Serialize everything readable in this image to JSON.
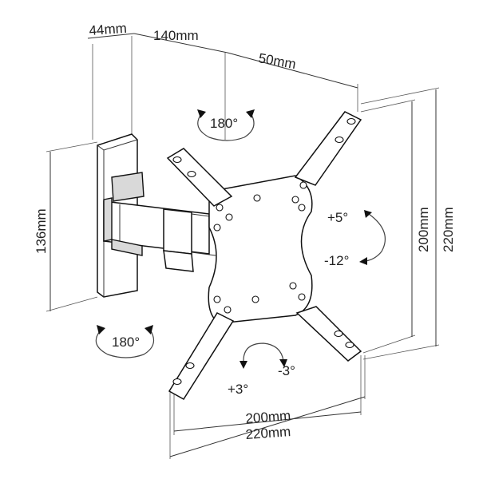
{
  "dimensions": {
    "wall_depth": "44mm",
    "arm_extension": "140mm",
    "plate_offset": "50mm",
    "wall_plate_height": "136mm",
    "vesa_vertical_inner": "200mm",
    "vesa_vertical_outer": "220mm",
    "vesa_horizontal_inner": "200mm",
    "vesa_horizontal_outer": "220mm"
  },
  "rotations": {
    "arm_swivel": "180°",
    "wall_swivel": "180°",
    "tilt_up": "+5°",
    "tilt_down": "-12°",
    "rotate_cw": "+3°",
    "rotate_ccw": "-3°"
  }
}
